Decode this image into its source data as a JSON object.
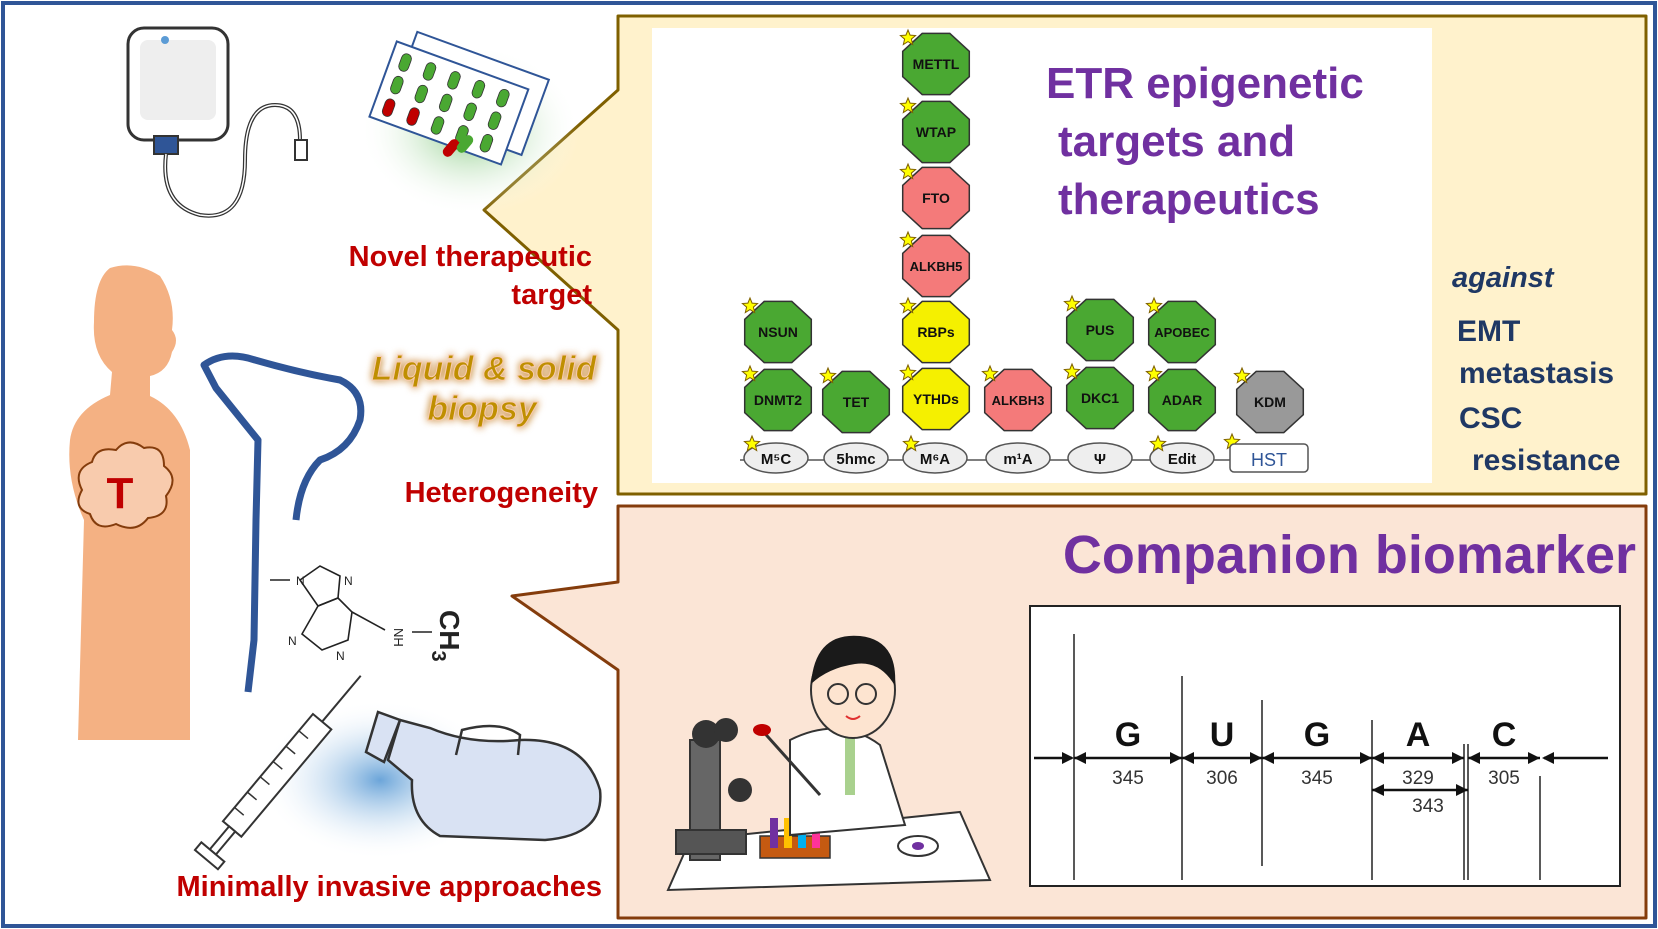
{
  "left_labels": {
    "novel_line1": "Novel  therapeutic",
    "novel_line2": "target",
    "liquid_line1": "Liquid & solid",
    "liquid_line2": "biopsy",
    "heterogeneity": "Heterogeneity",
    "minimally": "Minimally invasive approaches",
    "tumor_letter": "T",
    "ch3": "CH",
    "ch3_sub": "3",
    "nh": "NH",
    "n_atom": "N"
  },
  "top_panel": {
    "title_lines": [
      "ETR epigenetic",
      "targets and",
      "therapeutics"
    ],
    "against_label": "against",
    "against_items": [
      "EMT",
      "metastasis",
      "CSC",
      "resistance"
    ],
    "nodes": [
      {
        "label": "METTL",
        "color": "green"
      },
      {
        "label": "WTAP",
        "color": "green"
      },
      {
        "label": "FTO",
        "color": "red"
      },
      {
        "label": "ALKBH5",
        "color": "red"
      },
      {
        "label": "RBPs",
        "color": "yellow"
      },
      {
        "label": "YTHDs",
        "color": "yellow"
      },
      {
        "label": "NSUN",
        "color": "green"
      },
      {
        "label": "DNMT2",
        "color": "green"
      },
      {
        "label": "TET",
        "color": "green"
      },
      {
        "label": "ALKBH3",
        "color": "red"
      },
      {
        "label": "PUS",
        "color": "green"
      },
      {
        "label": "DKC1",
        "color": "green"
      },
      {
        "label": "APOBEC",
        "color": "green"
      },
      {
        "label": "ADAR",
        "color": "green"
      },
      {
        "label": "KDM",
        "color": "gray"
      }
    ],
    "marks": [
      "M⁵C",
      "5hmc",
      "M⁶A",
      "m¹A",
      "Ψ",
      "Edit"
    ],
    "hst": "HST",
    "colors": {
      "green": "#4aa832",
      "red": "#f47a7a",
      "yellow": "#f5f000",
      "gray": "#999999",
      "title": "#7030a0",
      "navy": "#1f3864"
    }
  },
  "bottom_panel": {
    "title": "Companion biomarker",
    "bases": [
      "G",
      "U",
      "G",
      "A",
      "C"
    ],
    "lengths": [
      "345",
      "306",
      "345",
      "329",
      "305"
    ],
    "extra_length": "343"
  }
}
